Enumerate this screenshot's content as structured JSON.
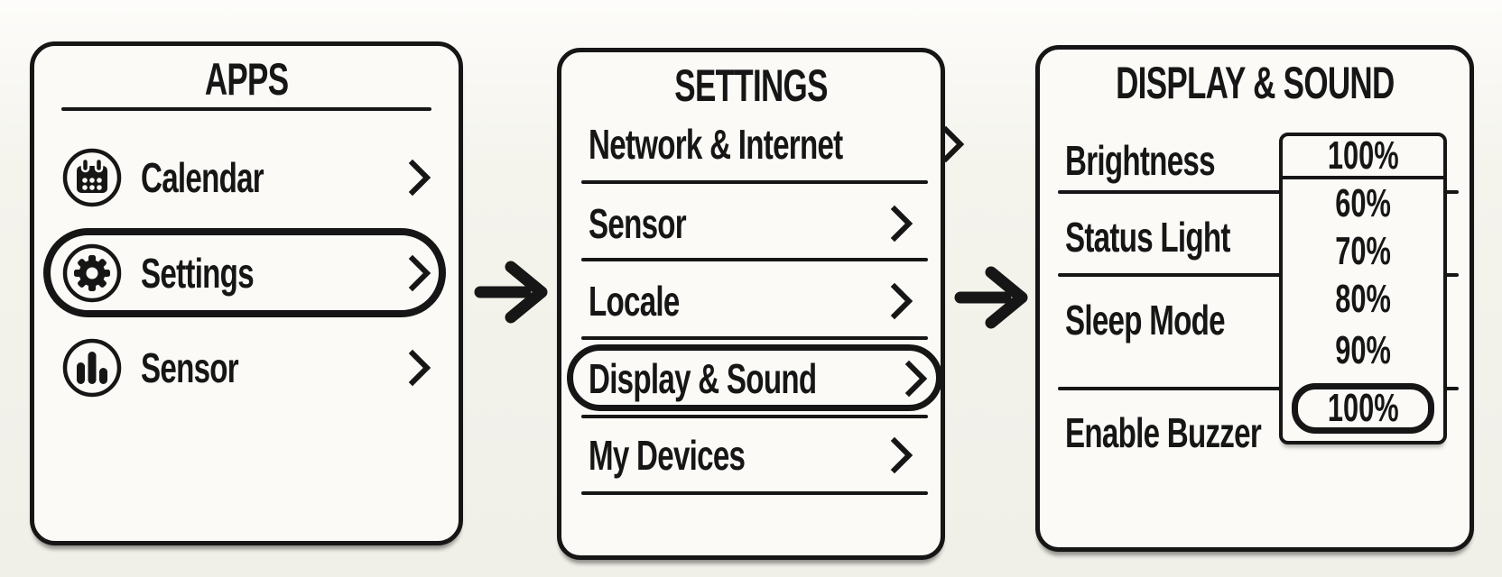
{
  "flow": {
    "step_arrow_icon": "right-arrow"
  },
  "colors": {
    "ink": "#161616",
    "background": "#f2f1ea",
    "panel": "#fbfaf6"
  },
  "panels": [
    {
      "title": "APPS",
      "items": [
        {
          "label": "Calendar",
          "icon": "calendar-icon",
          "selected": false
        },
        {
          "label": "Settings",
          "icon": "gear-icon",
          "selected": true
        },
        {
          "label": "Sensor",
          "icon": "bar-chart-icon",
          "selected": false
        }
      ]
    },
    {
      "title": "SETTINGS",
      "items": [
        {
          "label": "Network & Internet",
          "selected": false
        },
        {
          "label": "Sensor",
          "selected": false
        },
        {
          "label": "Locale",
          "selected": false
        },
        {
          "label": "Display & Sound",
          "selected": true
        },
        {
          "label": "My Devices",
          "selected": false
        }
      ]
    },
    {
      "title": "DISPLAY & SOUND",
      "settings": [
        {
          "label": "Brightness"
        },
        {
          "label": "Status Light"
        },
        {
          "label": "Sleep Mode"
        },
        {
          "label": "Enable Buzzer"
        }
      ],
      "brightness_dropdown": {
        "selected_value": "100%",
        "options": [
          "60%",
          "70%",
          "80%",
          "90%",
          "100%"
        ],
        "highlighted_option": "100%"
      }
    }
  ]
}
